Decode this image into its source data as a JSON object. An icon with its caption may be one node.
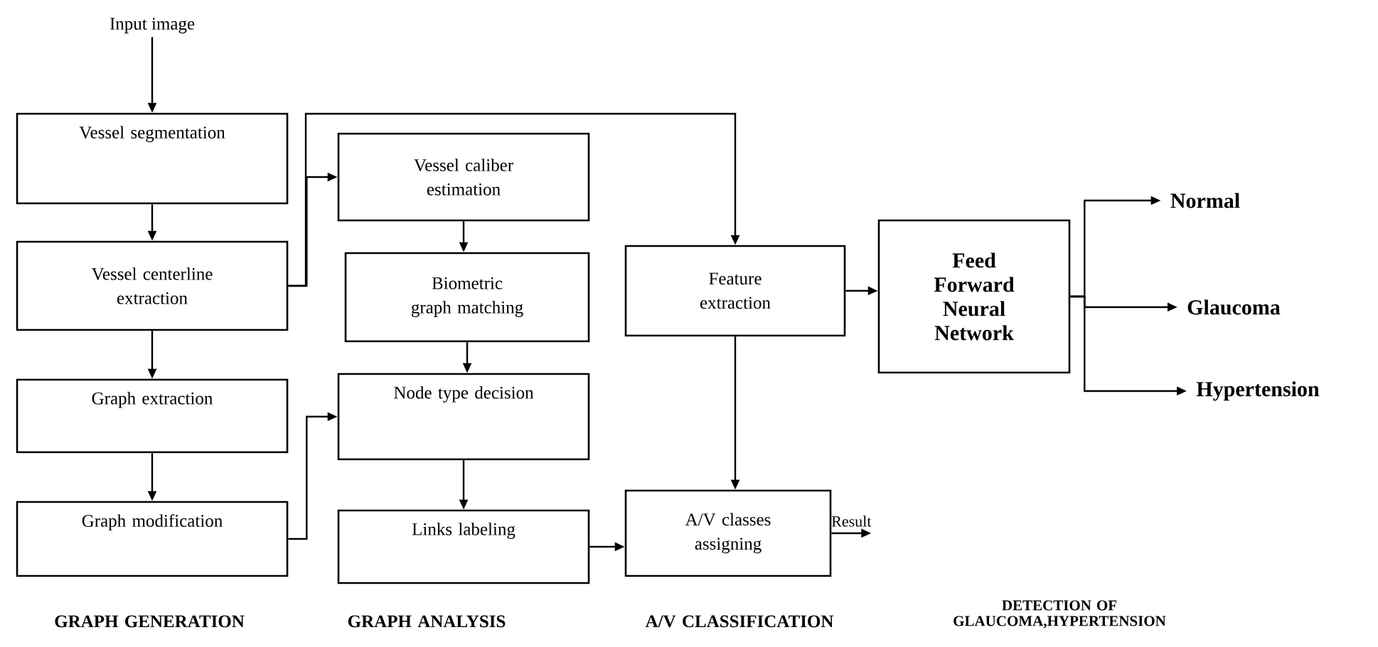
{
  "diagram": {
    "nodes": [
      {
        "text": [
          "Input image"
        ]
      },
      {
        "text": [
          "Vessel segmentation"
        ]
      },
      {
        "text": [
          "Vessel centerline extraction"
        ]
      },
      {
        "text": [
          "Graph extraction"
        ]
      },
      {
        "text": [
          "Graph modification"
        ]
      },
      {
        "text": [
          "Vessel caliber estimation"
        ]
      },
      {
        "text": [
          "Biometric graph matching"
        ]
      },
      {
        "text": [
          "Node type decision"
        ]
      },
      {
        "text": [
          "Links labeling"
        ]
      },
      {
        "text": [
          "Feature extraction"
        ]
      },
      {
        "text": [
          "A/V classes assigning"
        ]
      },
      {
        "text": [
          "Feed Forward Neural Network"
        ]
      },
      {
        "text": [
          "Normal"
        ]
      },
      {
        "text": [
          "Glaucoma"
        ]
      },
      {
        "text": [
          "Hypertension"
        ]
      }
    ],
    "edges": [
      {
        "from": 0,
        "to": 1,
        "arrow": "to"
      },
      {
        "from": 1,
        "to": 2,
        "arrow": "to"
      },
      {
        "from": 2,
        "to": 3,
        "arrow": "to"
      },
      {
        "from": 3,
        "to": 4,
        "arrow": "to"
      },
      {
        "from": 2,
        "to": 5,
        "arrow": "to"
      },
      {
        "from": 2,
        "to": 9,
        "arrow": "to"
      },
      {
        "from": 5,
        "to": 6,
        "arrow": "to"
      },
      {
        "from": 6,
        "to": 7,
        "arrow": "to"
      },
      {
        "from": 4,
        "to": 7,
        "arrow": "to"
      },
      {
        "from": 7,
        "to": 8,
        "arrow": "to"
      },
      {
        "from": 8,
        "to": 10,
        "arrow": "to"
      },
      {
        "from": 9,
        "to": 10,
        "arrow": "to"
      },
      {
        "from": 9,
        "to": 11,
        "arrow": "to"
      },
      {
        "from": 11,
        "to": 12,
        "arrow": "to"
      },
      {
        "from": 11,
        "to": 13,
        "arrow": "to"
      },
      {
        "from": 11,
        "to": 14,
        "arrow": "to"
      },
      {
        "from": 10,
        "to": null,
        "arrow": "to",
        "label": "Result"
      }
    ],
    "labels": [
      "GRAPH GENERATION",
      "GRAPH ANALYSIS",
      "A/V CLASSIFICATION",
      "DETECTION OF GLAUCOMA,HYPERTENSION"
    ]
  }
}
